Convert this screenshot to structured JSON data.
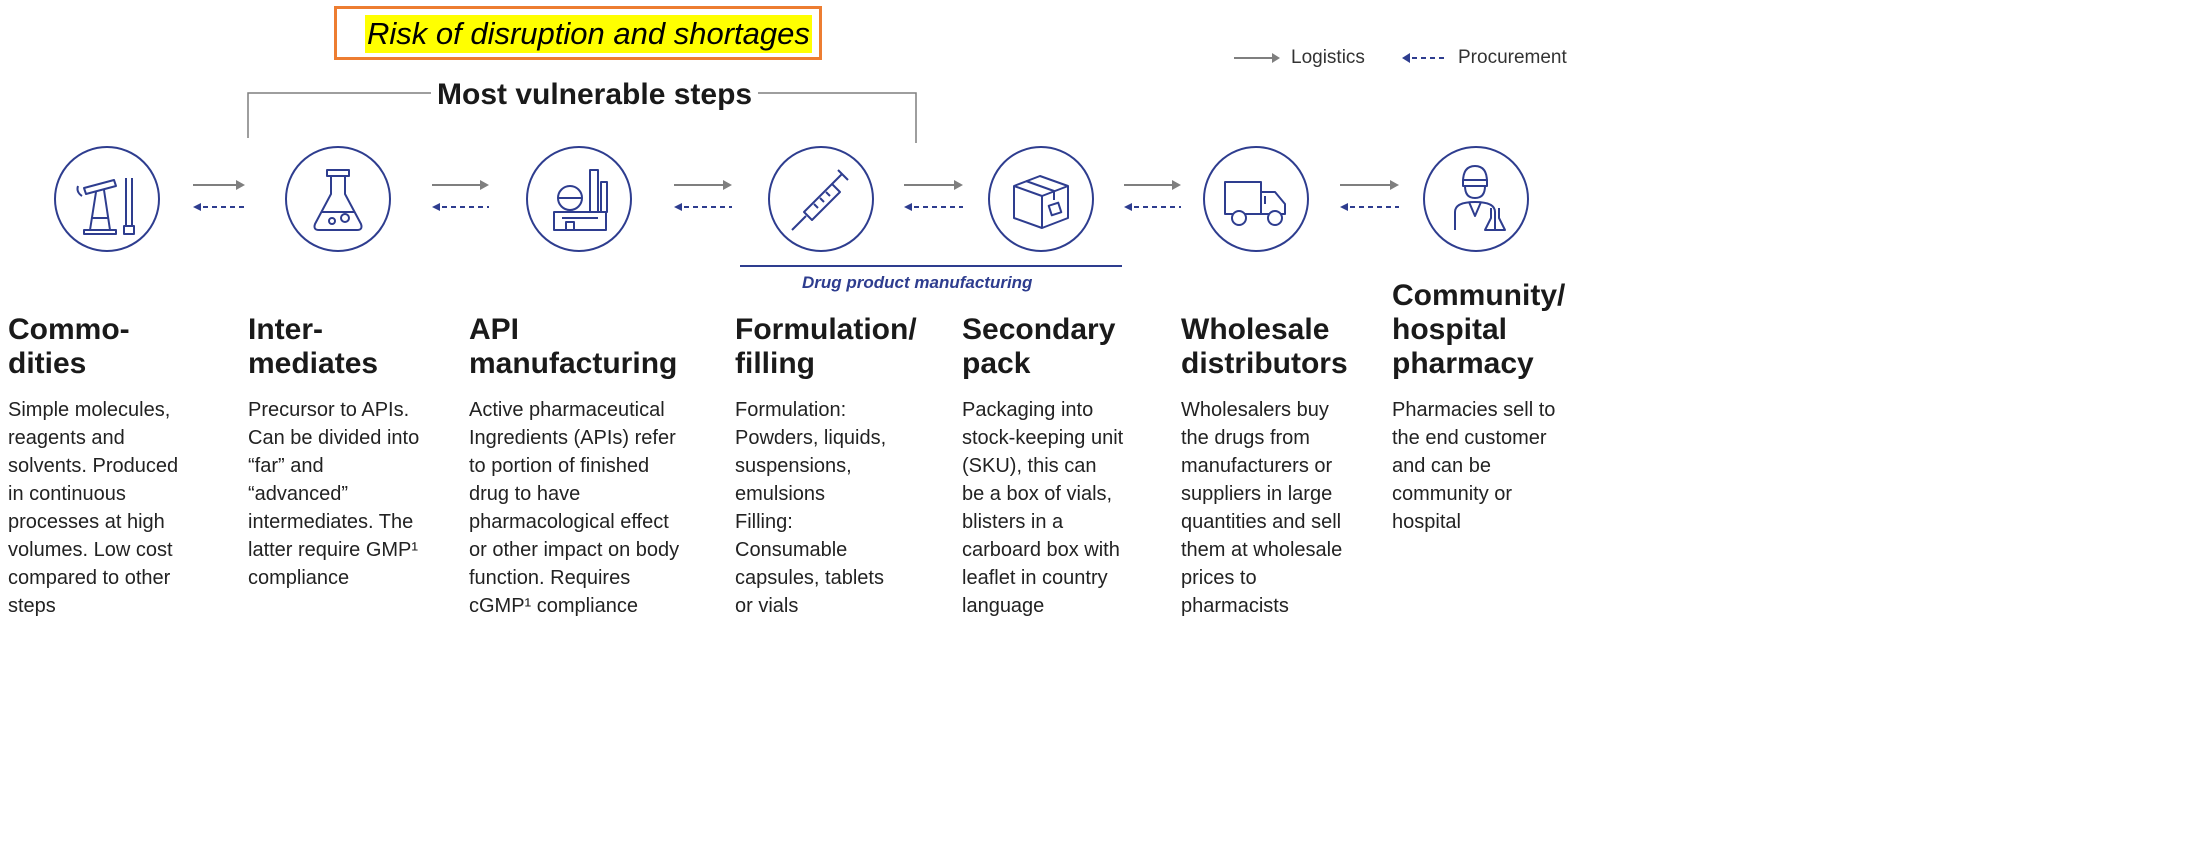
{
  "banner": {
    "text": "Risk of disruption and shortages"
  },
  "legend": {
    "logistics": "Logistics",
    "procurement": "Procurement"
  },
  "bracket": {
    "label": "Most vulnerable steps"
  },
  "drug_product": {
    "label": "Drug product manufacturing"
  },
  "colors": {
    "navy": "#2e3d8f",
    "arrow_grey": "#7f7f7f",
    "banner_border": "#ed7d31",
    "highlight": "#ffff00"
  },
  "stages": [
    {
      "icon": "oil-pump-icon",
      "title": "Commo-\ndities",
      "desc": "Simple molecules,\nreagents and\nsolvents. Produced\nin continuous\nprocesses at high\nvolumes. Low cost\ncompared to other\nsteps"
    },
    {
      "icon": "flask-icon",
      "title": "Inter-\nmediates",
      "desc": "Precursor to APIs.\nCan be divided into\n“far” and\n“advanced”\nintermediates. The\nlatter require GMP¹\ncompliance"
    },
    {
      "icon": "factory-icon",
      "title": "API\nmanufacturing",
      "desc": "Active pharmaceutical\nIngredients (APIs) refer\nto portion of finished\ndrug to have\npharmacological effect\nor other impact on body\nfunction. Requires\ncGMP¹ compliance"
    },
    {
      "icon": "syringe-icon",
      "title": "Formulation/\nfilling",
      "desc": "Formulation:\nPowders, liquids,\nsuspensions,\nemulsions\nFilling:\nConsumable\ncapsules, tablets\nor vials"
    },
    {
      "icon": "box-icon",
      "title": "Secondary\npack",
      "desc": "Packaging into\nstock-keeping unit\n(SKU), this can\nbe a box of vials,\nblisters in a\ncarboard box with\nleaflet in country\nlanguage"
    },
    {
      "icon": "truck-icon",
      "title": "Wholesale\ndistributors",
      "desc": "Wholesalers buy\nthe drugs from\nmanufacturers or\nsuppliers in large\nquantities and sell\nthem at wholesale\nprices to\npharmacists"
    },
    {
      "icon": "pharmacist-icon",
      "title": "Community/\nhospital\npharmacy",
      "desc": "Pharmacies sell to\nthe end customer\nand can be\ncommunity or\nhospital"
    }
  ]
}
